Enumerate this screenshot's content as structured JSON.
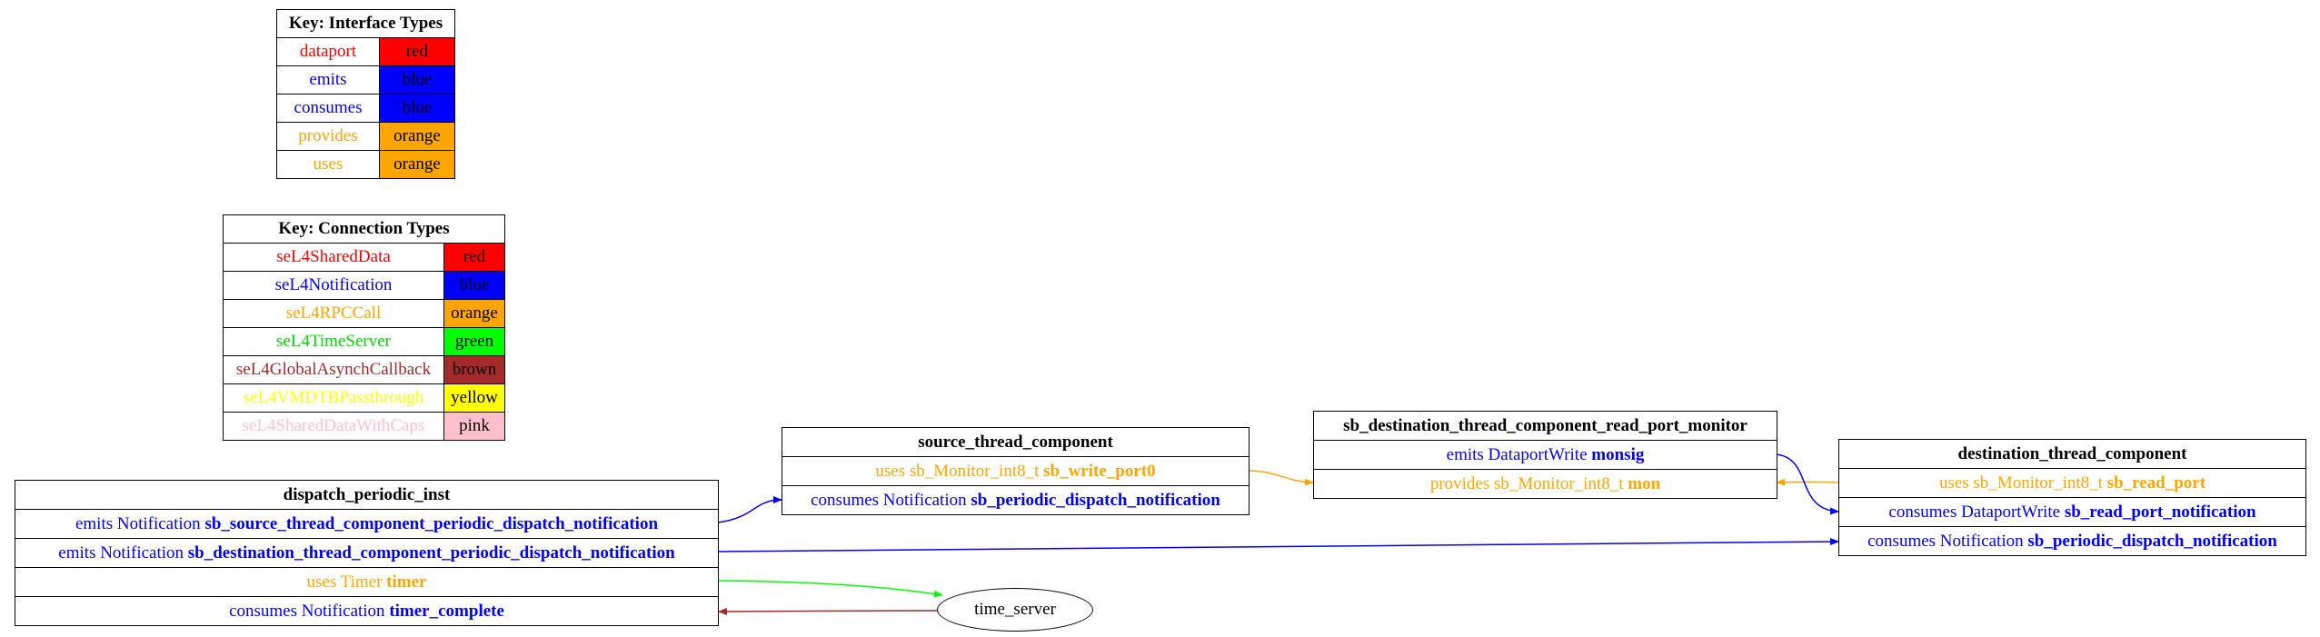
{
  "interface_key": {
    "title": "Key: Interface Types",
    "rows": [
      {
        "name": "dataport",
        "color_name": "red",
        "text_color": "#ff0000",
        "swatch": "#ff0000"
      },
      {
        "name": "emits",
        "color_name": "blue",
        "text_color": "#0000ff",
        "swatch": "#0000ff"
      },
      {
        "name": "consumes",
        "color_name": "blue",
        "text_color": "#0000ff",
        "swatch": "#0000ff"
      },
      {
        "name": "provides",
        "color_name": "orange",
        "text_color": "#ffa500",
        "swatch": "#ffa500"
      },
      {
        "name": "uses",
        "color_name": "orange",
        "text_color": "#ffa500",
        "swatch": "#ffa500"
      }
    ]
  },
  "connection_key": {
    "title": "Key: Connection Types",
    "rows": [
      {
        "name": "seL4SharedData",
        "color_name": "red",
        "text_color": "#ff0000",
        "swatch": "#ff0000"
      },
      {
        "name": "seL4Notification",
        "color_name": "blue",
        "text_color": "#0000ff",
        "swatch": "#0000ff"
      },
      {
        "name": "seL4RPCCall",
        "color_name": "orange",
        "text_color": "#ffa500",
        "swatch": "#ffa500"
      },
      {
        "name": "seL4TimeServer",
        "color_name": "green",
        "text_color": "#00dd00",
        "swatch": "#00ff00"
      },
      {
        "name": "seL4GlobalAsynchCallback",
        "color_name": "brown",
        "text_color": "#a52a2a",
        "swatch": "#a52a2a"
      },
      {
        "name": "seL4VMDTBPassthrough",
        "color_name": "yellow",
        "text_color": "#ffff00",
        "swatch": "#ffff00"
      },
      {
        "name": "seL4SharedDataWithCaps",
        "color_name": "pink",
        "text_color": "#ffc0cb",
        "swatch": "#ffc0cb"
      }
    ]
  },
  "nodes": {
    "dispatch": {
      "title": "dispatch_periodic_inst",
      "r1_pre": "emits Notification ",
      "r1_name": "sb_source_thread_component_periodic_dispatch_notification",
      "r2_pre": "emits Notification ",
      "r2_name": "sb_destination_thread_component_periodic_dispatch_notification",
      "r3_pre": "uses Timer ",
      "r3_name": "timer",
      "r4_pre": "consumes Notification ",
      "r4_name": "timer_complete"
    },
    "source": {
      "title": "source_thread_component",
      "r1_pre": "uses sb_Monitor_int8_t ",
      "r1_name": "sb_write_port0",
      "r2_pre": "consumes Notification ",
      "r2_name": "sb_periodic_dispatch_notification"
    },
    "monitor": {
      "title": "sb_destination_thread_component_read_port_monitor",
      "r1_pre": "emits DataportWrite ",
      "r1_name": "monsig",
      "r2_pre": "provides sb_Monitor_int8_t ",
      "r2_name": "mon"
    },
    "destination": {
      "title": "destination_thread_component",
      "r1_pre": "uses sb_Monitor_int8_t ",
      "r1_name": "sb_read_port",
      "r2_pre": "consumes DataportWrite ",
      "r2_name": "sb_read_port_notification",
      "r3_pre": "consumes Notification ",
      "r3_name": "sb_periodic_dispatch_notification"
    },
    "time_server": {
      "label": "time_server"
    }
  },
  "colors": {
    "notification": "#0000ff",
    "rpc": "#ffa500",
    "time_server": "#00ff00",
    "callback": "#a52a2a"
  }
}
